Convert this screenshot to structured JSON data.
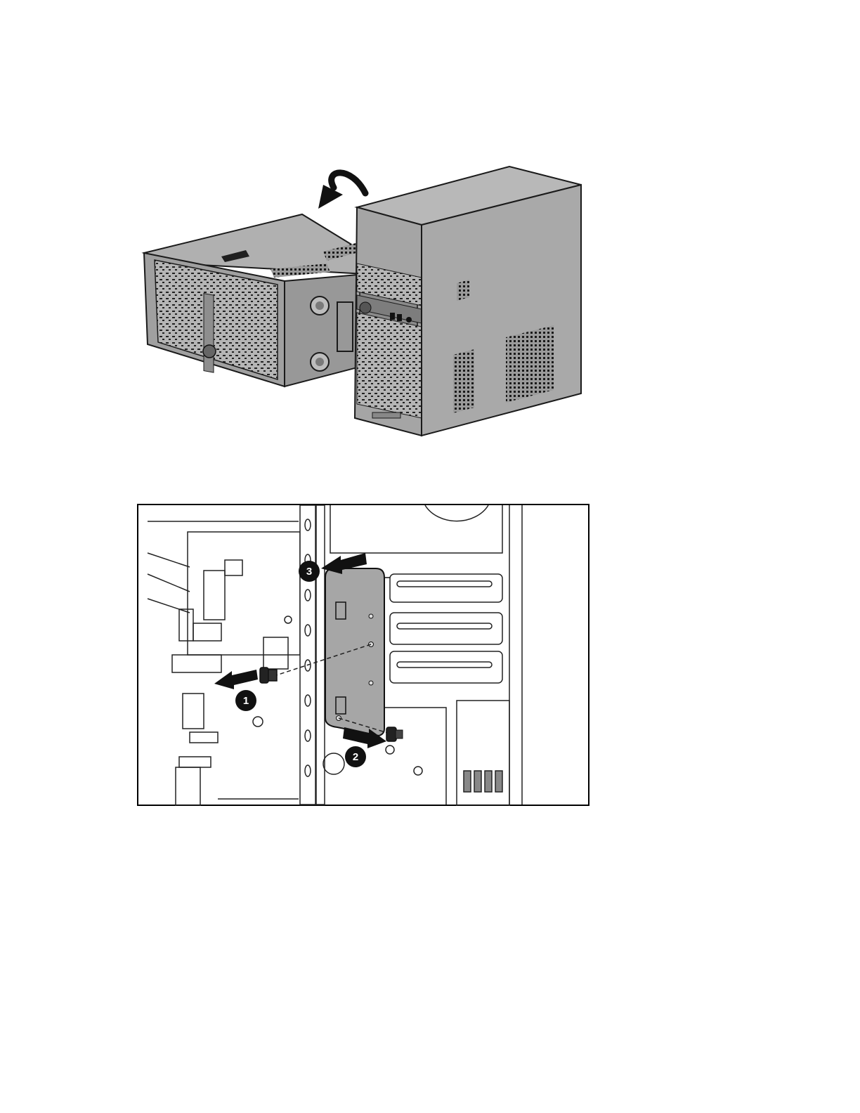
{
  "page": {
    "background": "#ffffff"
  },
  "figures": [
    {
      "id": "top",
      "content": "tower-server-lay-on-side",
      "icons": [
        "rotate-arrow-icon"
      ],
      "colors": {
        "body": "#a9a9a9",
        "body_dark": "#8c8c8c",
        "outline": "#1a1a1a"
      }
    },
    {
      "id": "bottom",
      "content": "bracket-removal",
      "callouts": [
        {
          "label": "1",
          "arrow": "left"
        },
        {
          "label": "2",
          "arrow": "right"
        },
        {
          "label": "3",
          "arrow": "left"
        }
      ],
      "colors": {
        "bracket": "#a6a6a6",
        "arrow": "#111111",
        "frame": "#000000"
      }
    }
  ]
}
